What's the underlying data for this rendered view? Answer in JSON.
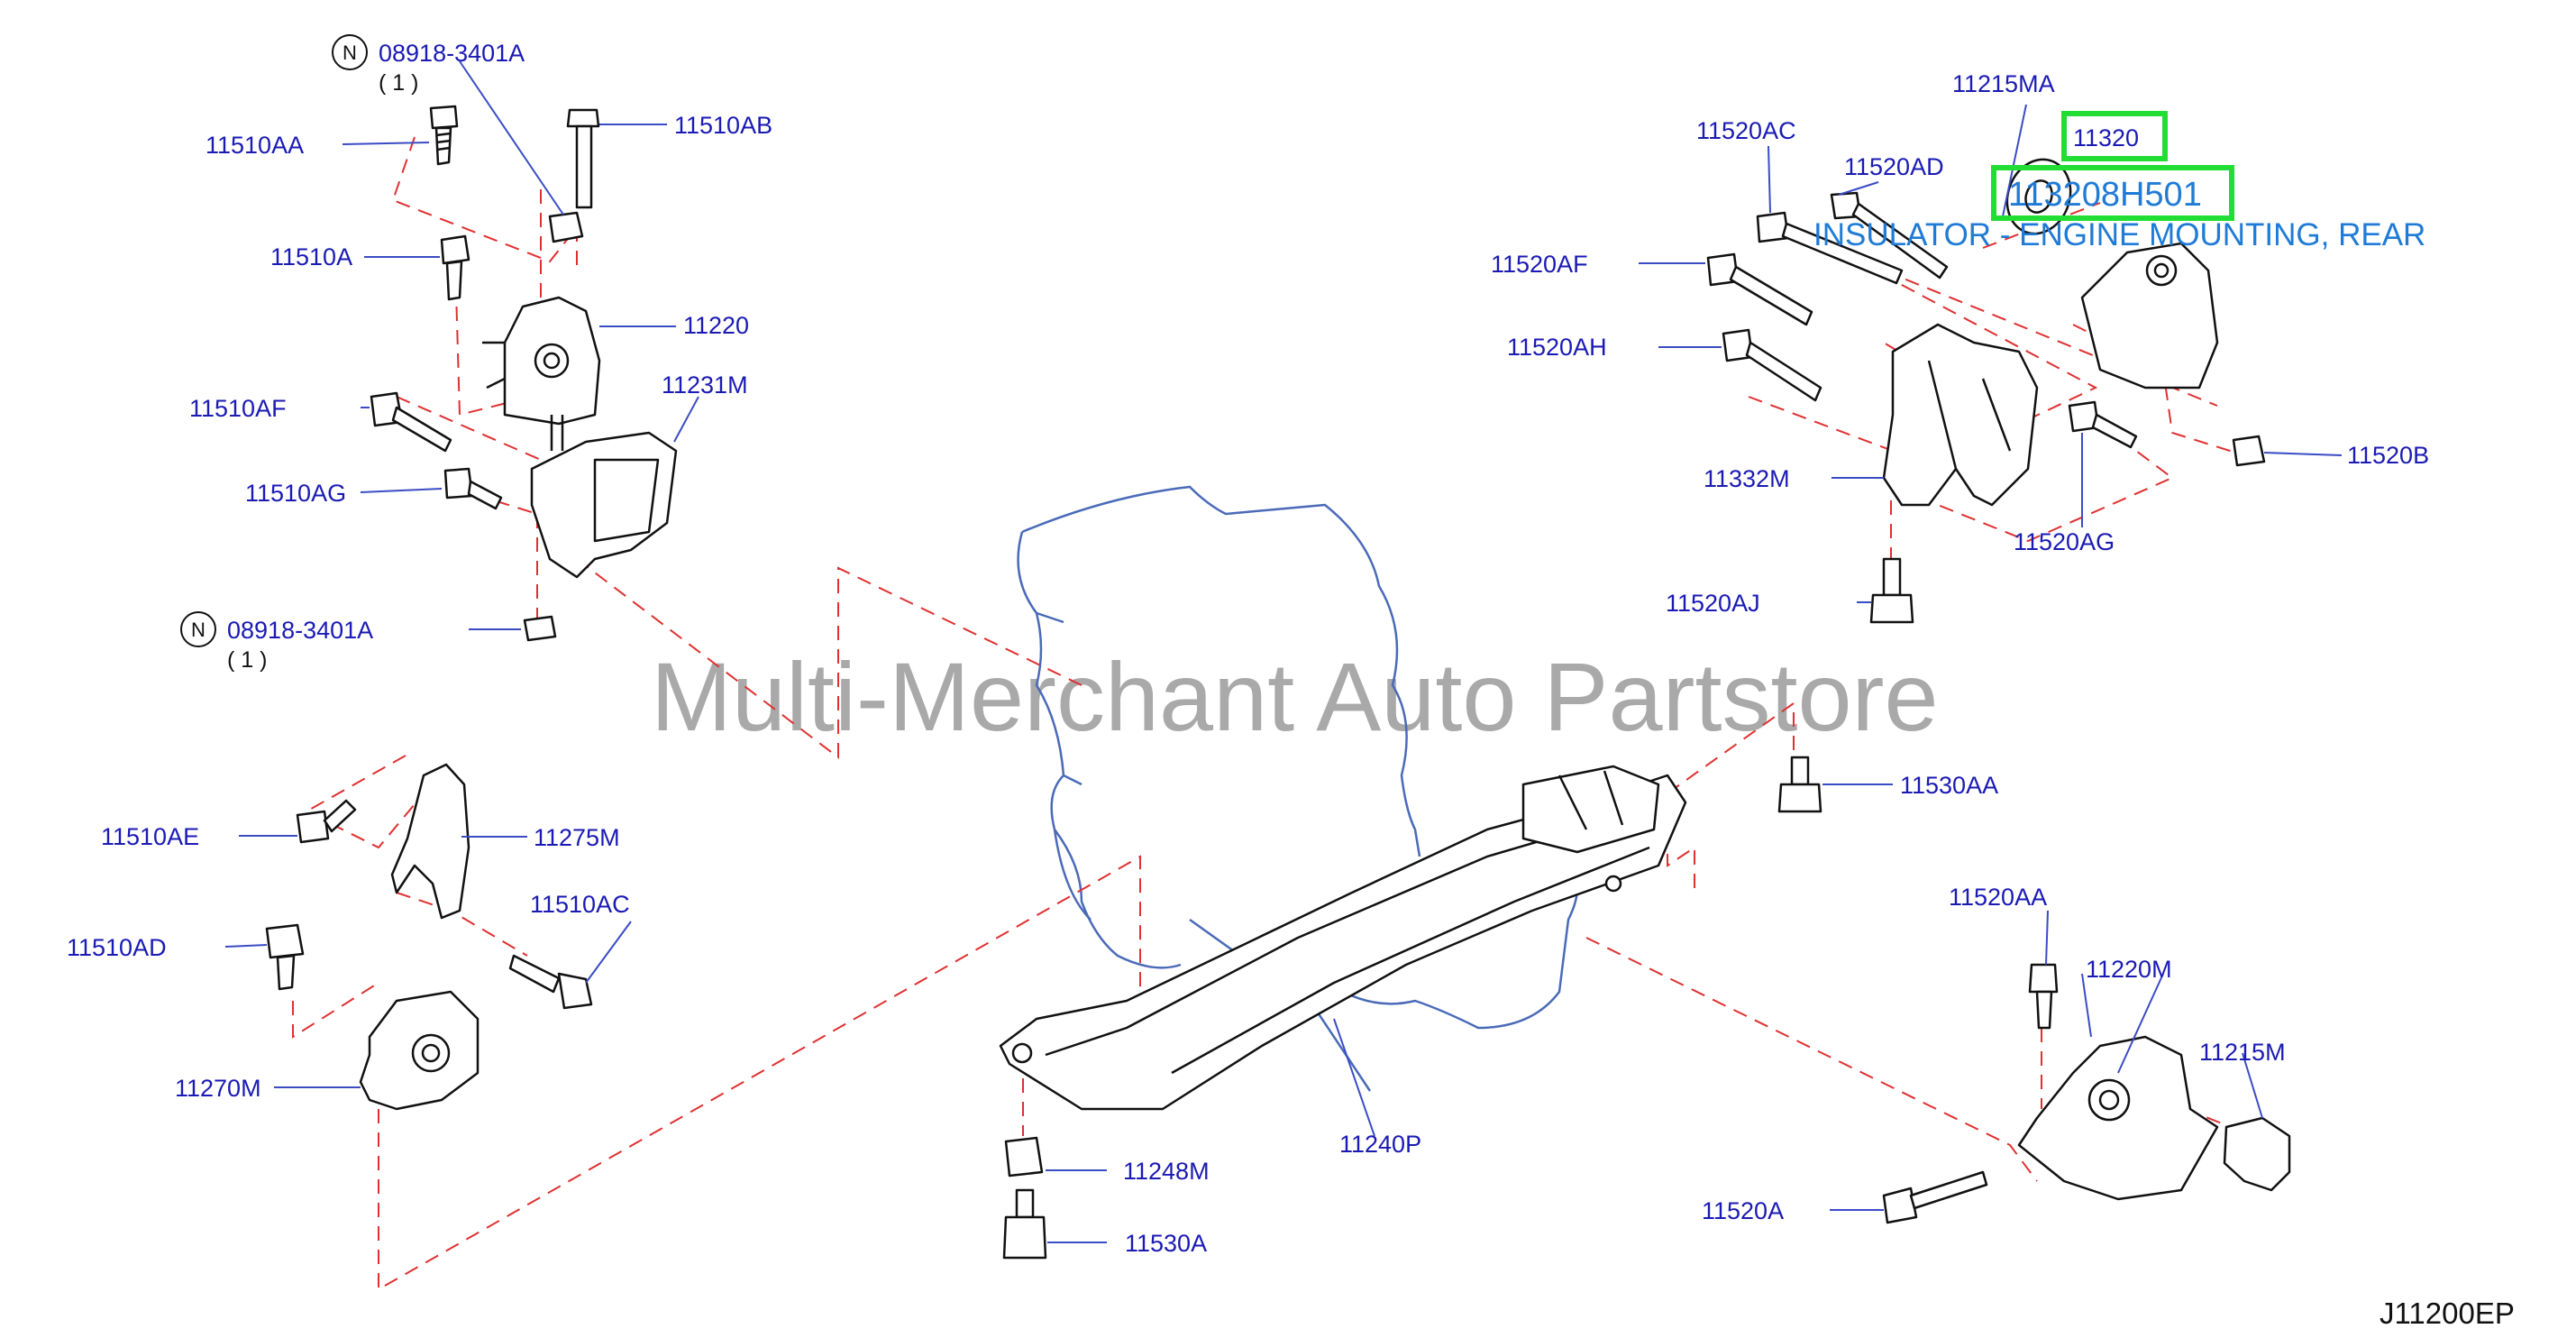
{
  "diagram": {
    "watermark": "Multi-Merchant Auto Partstore",
    "reference_code": "J11200EP",
    "highlight": {
      "part_number": "11320",
      "oem_number": "113208H501",
      "description": "INSULATOR - ENGINE MOUNTING, REAR"
    },
    "callouts": {
      "p08918_3401A_top": "08918-3401A",
      "p08918_3401A_top_qty": "( 1 )",
      "p08918_3401A_bottom": "08918-3401A",
      "p08918_3401A_bottom_qty": "( 1 )",
      "n_symbol": "N",
      "p11510AA": "11510AA",
      "p11510AB": "11510AB",
      "p11510A": "11510A",
      "p11220": "11220",
      "p11510AF": "11510AF",
      "p11231M": "11231M",
      "p11510AG": "11510AG",
      "p11510AE": "11510AE",
      "p11275M": "11275M",
      "p11510AC": "11510AC",
      "p11510AD": "11510AD",
      "p11270M": "11270M",
      "p11215MA": "11215MA",
      "p11520AC": "11520AC",
      "p11520AD": "11520AD",
      "p11520AF": "11520AF",
      "p11520AH": "11520AH",
      "p11520B": "11520B",
      "p11332M": "11332M",
      "p11520AG": "11520AG",
      "p11520AJ": "11520AJ",
      "p11530AA_right": "11530AA",
      "p11520AA": "11520AA",
      "p11220M": "11220M",
      "p11215M": "11215M",
      "p11520A": "11520A",
      "p11248M": "11248M",
      "p11530A": "11530A",
      "p11240P": "11240P"
    }
  }
}
